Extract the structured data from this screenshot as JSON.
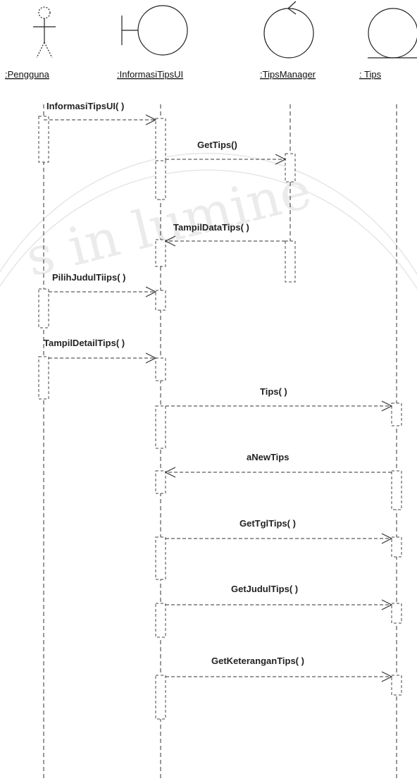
{
  "lifelines": [
    {
      "id": "pengguna",
      "label": ":Pengguna",
      "icon": "actor-icon"
    },
    {
      "id": "informasi",
      "label": ":InformasiTipsUI",
      "icon": "boundary-icon"
    },
    {
      "id": "manager",
      "label": ":TipsManager",
      "icon": "control-icon"
    },
    {
      "id": "tips",
      "label": ": Tips",
      "icon": "entity-icon"
    }
  ],
  "messages": [
    {
      "label": "InformasiTipsUI( )",
      "from": "pengguna",
      "to": "informasi"
    },
    {
      "label": "GetTips()",
      "from": "informasi",
      "to": "manager"
    },
    {
      "label": "TampilDataTips( )",
      "from": "manager",
      "to": "informasi"
    },
    {
      "label": "PilihJudulTiips( )",
      "from": "pengguna",
      "to": "informasi"
    },
    {
      "label": "TampilDetailTips( )",
      "from": "pengguna",
      "to": "informasi"
    },
    {
      "label": "Tips( )",
      "from": "informasi",
      "to": "tips"
    },
    {
      "label": "aNewTips",
      "from": "tips",
      "to": "informasi"
    },
    {
      "label": "GetTglTips( )",
      "from": "informasi",
      "to": "tips"
    },
    {
      "label": "GetJudulTips( )",
      "from": "informasi",
      "to": "tips"
    },
    {
      "label": "GetKeteranganTips( )",
      "from": "informasi",
      "to": "tips"
    }
  ],
  "watermark": {
    "text": "s in lumine"
  }
}
